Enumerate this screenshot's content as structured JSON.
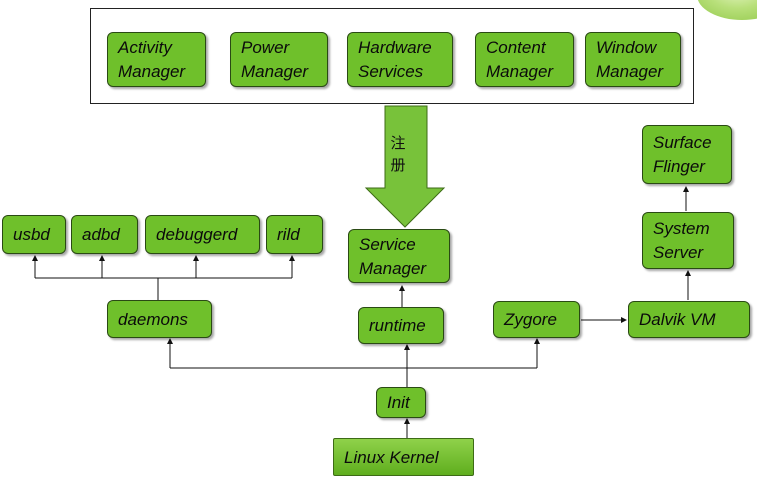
{
  "framework": {
    "services": [
      {
        "label": "Activity\nManager"
      },
      {
        "label": "Power\nManager"
      },
      {
        "label": "Hardware\nServices"
      },
      {
        "label": "Content\nManager"
      },
      {
        "label": "Window\nManager"
      }
    ]
  },
  "register_label": "注\n册",
  "daemons_row": [
    {
      "label": "usbd"
    },
    {
      "label": "adbd"
    },
    {
      "label": "debuggerd"
    },
    {
      "label": "rild"
    }
  ],
  "nodes": {
    "daemons": "daemons",
    "runtime": "runtime",
    "service_manager": "Service\nManager",
    "zygore": "Zygore",
    "dalvik_vm": "Dalvik  VM",
    "system_server": "System\nServer",
    "surface_flinger": "Surface\nFlinger",
    "init": "Init",
    "linux_kernel": "Linux  Kernel"
  },
  "colors": {
    "box_fill": "#6fc02b",
    "box_border": "#2a4a14",
    "arrow_fill": "#78c23a",
    "line": "#111111"
  }
}
